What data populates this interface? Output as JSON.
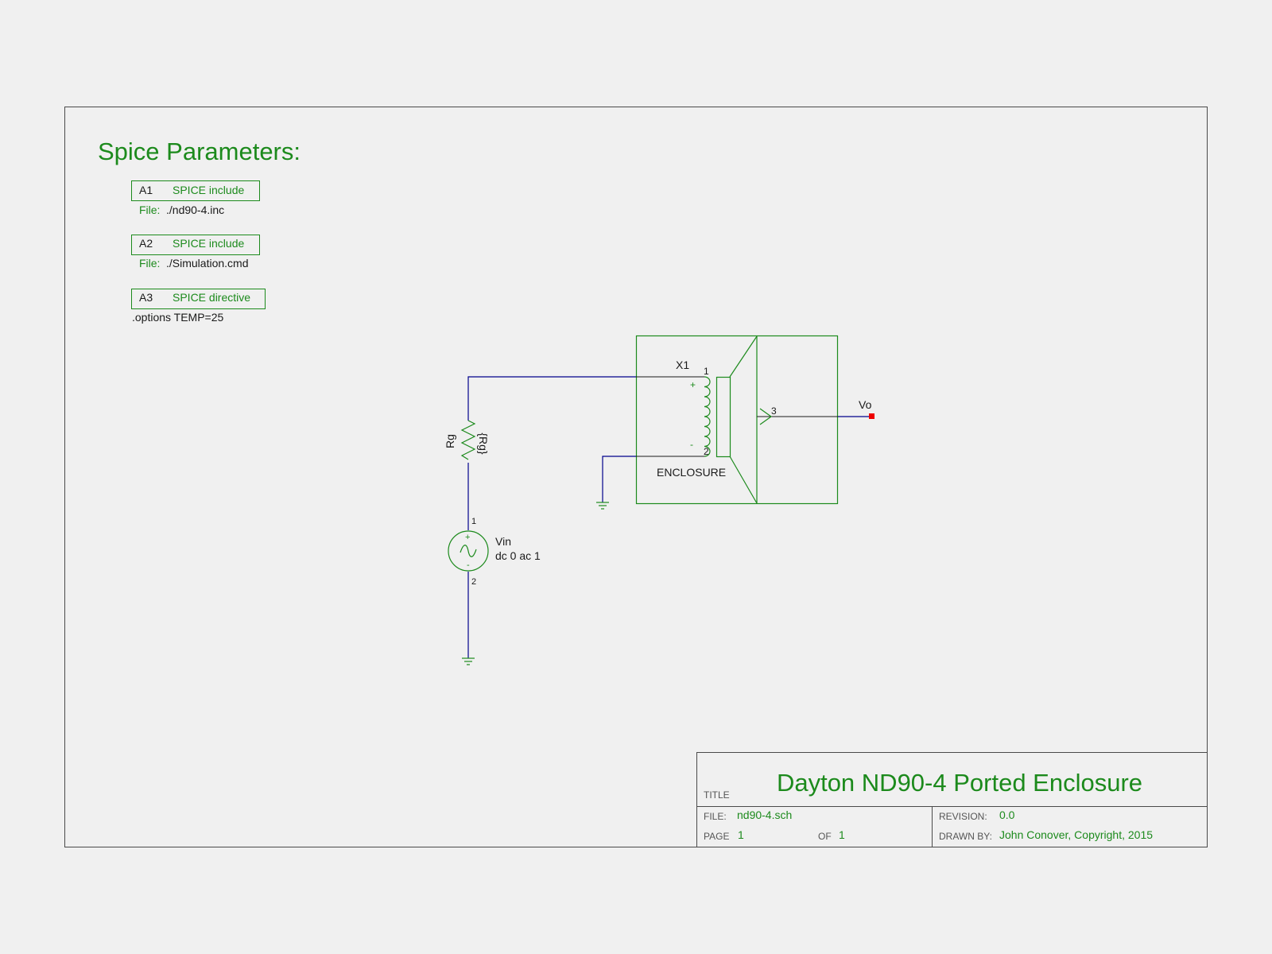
{
  "params": {
    "heading": "Spice Parameters:",
    "items": [
      {
        "id": "A1",
        "type": "SPICE include",
        "file_label": "File:",
        "value": "./nd90-4.inc"
      },
      {
        "id": "A2",
        "type": "SPICE include",
        "file_label": "File:",
        "value": "./Simulation.cmd"
      },
      {
        "id": "A3",
        "type": "SPICE directive",
        "value": ".options TEMP=25"
      }
    ]
  },
  "schematic": {
    "resistor": {
      "name": "Rg",
      "value": "{Rg}"
    },
    "source": {
      "name": "Vin",
      "value": "dc 0 ac 1",
      "pin_plus": "1",
      "pin_minus": "2",
      "plus_sign": "+",
      "minus_sign": "-"
    },
    "speaker": {
      "ref": "X1",
      "label": "ENCLOSURE",
      "pin1": "1",
      "pin2": "2",
      "pin3": "3",
      "plus_sign": "+",
      "minus_sign": "-"
    },
    "output": {
      "label": "Vo"
    }
  },
  "title_block": {
    "title_label": "TITLE",
    "title": "Dayton ND90-4 Ported Enclosure",
    "file_label": "FILE:",
    "file": "nd90-4.sch",
    "revision_label": "REVISION:",
    "revision": "0.0",
    "page_label": "PAGE",
    "page": "1",
    "of_label": "OF",
    "of": "1",
    "drawn_by_label": "DRAWN BY:",
    "drawn_by": "John Conover, Copyright, 2015"
  },
  "colors": {
    "background": "#f0f0f0",
    "border": "#4a4a4a",
    "component": "#1c8a1c",
    "wire": "#00008b",
    "text_dark": "#1a1a1a",
    "text_gray": "#555555",
    "terminal": "#ee0000"
  }
}
